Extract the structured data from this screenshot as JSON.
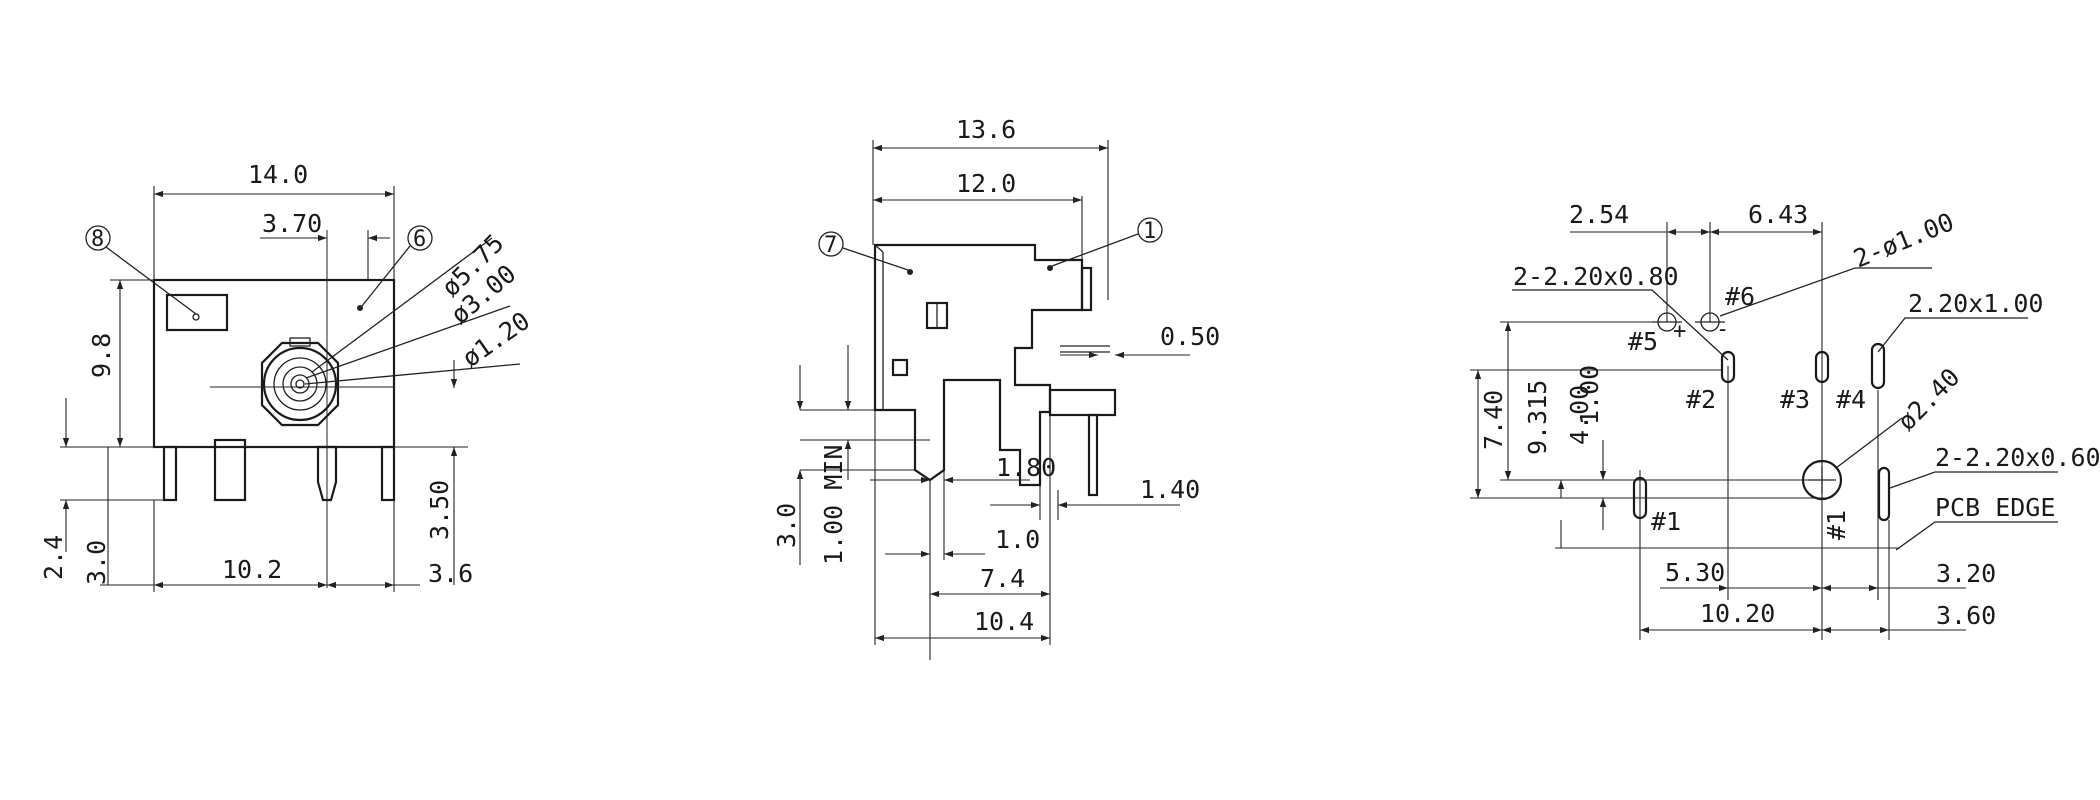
{
  "front_view": {
    "width_14": "14.0",
    "dim_3_70": "3.70",
    "height_9_8": "9.8",
    "dia_5_75": "ø5.75",
    "dia_3_00": "ø3.00",
    "dia_1_20": "ø1.20",
    "dim_10_2": "10.2",
    "dim_3_6": "3.6",
    "dim_3_50": "3.50",
    "dim_2_4": "2.4",
    "dim_3_0": "3.0",
    "balloon_8": "8",
    "balloon_6": "6"
  },
  "side_view": {
    "width_13_6": "13.6",
    "width_12_0": "12.0",
    "balloon_7": "7",
    "balloon_1": "1",
    "dim_0_50": "0.50",
    "dim_1_80": "1.80",
    "dim_1_40": "1.40",
    "dim_3_0": "3.0",
    "dim_1_00_min": "1.00 MIN",
    "dim_1_0": "1.0",
    "dim_7_4": "7.4",
    "dim_10_4": "10.4"
  },
  "pcb_layout": {
    "dim_2_54": "2.54",
    "dim_6_43": "6.43",
    "note_slot_2x080": "2-2.20x0.80",
    "note_hole_2x100": "2-ø1.00",
    "note_slot_220x100": "2.20x1.00",
    "pin_5": "#5",
    "pin_6": "#6",
    "pin_2": "#2",
    "pin_3": "#3",
    "pin_4": "#4",
    "pin_1_left": "#1",
    "pin_1_right": "#1",
    "dim_7_40": "7.40",
    "dim_9_315": "9.315",
    "dim_4_00": "4.00",
    "dim_1_00": "1.00",
    "dia_2_40": "ø2.40",
    "note_slot_2x060": "2-2.20x0.60",
    "pcb_edge": "PCB EDGE",
    "dim_5_30": "5.30",
    "dim_3_20": "3.20",
    "dim_10_20": "10.20",
    "dim_3_60": "3.60",
    "plus": "+",
    "minus": "-"
  }
}
